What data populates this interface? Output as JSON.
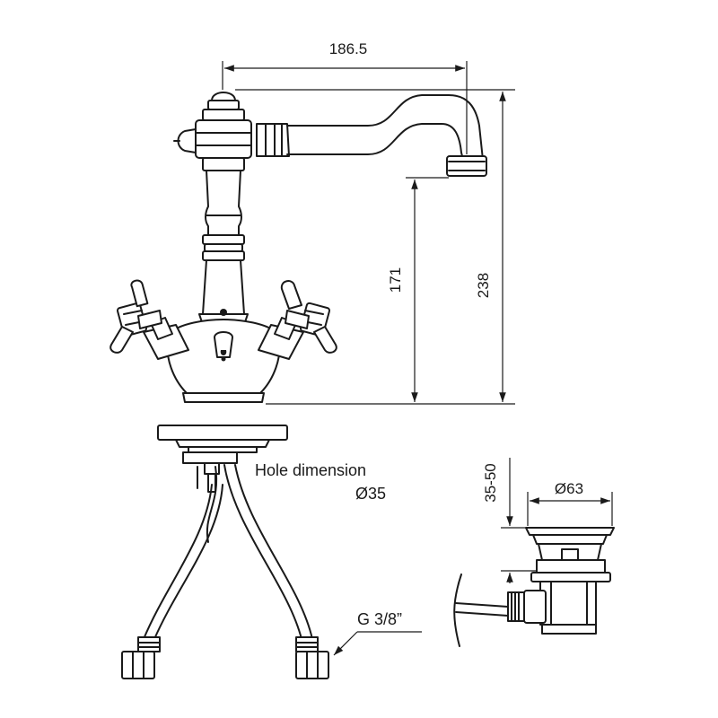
{
  "dimensions": {
    "spout_reach": "186.5",
    "spout_outlet_height": "171",
    "total_height": "238",
    "waste_height_range": "35-50",
    "waste_diameter": "Ø63"
  },
  "labels": {
    "hole_dimension_title": "Hole dimension",
    "hole_dimension_value": "Ø35",
    "hose_thread": "G  3/8”"
  }
}
